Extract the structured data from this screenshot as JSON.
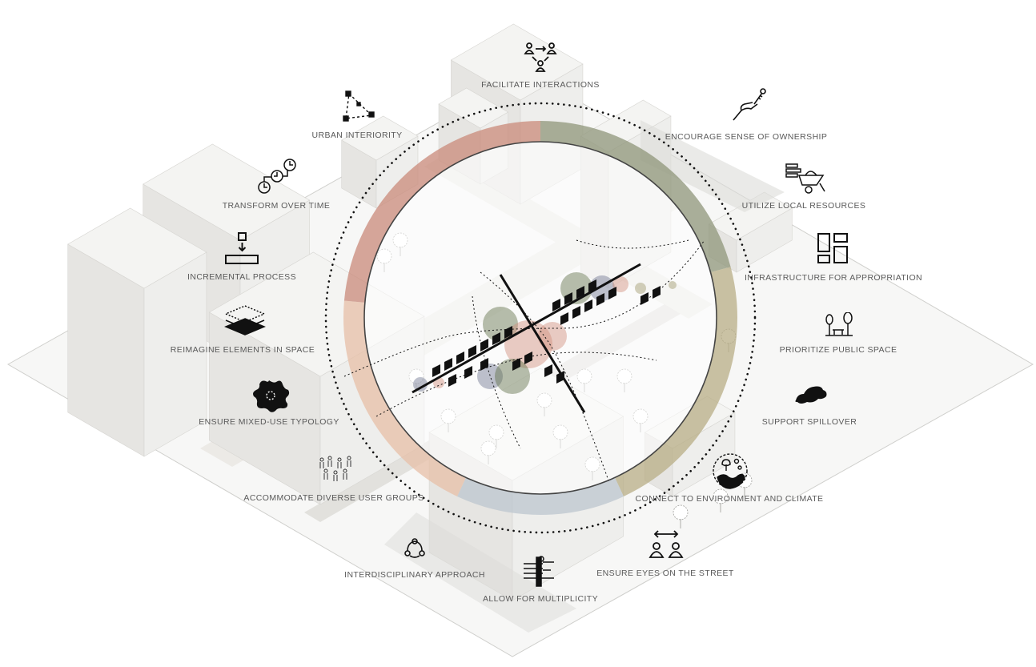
{
  "diagram": {
    "principles": [
      {
        "id": "facilitate-interactions",
        "label": "FACILITATE INTERACTIONS",
        "icon": "people-exchange-icon"
      },
      {
        "id": "urban-interiority",
        "label": "URBAN INTERIORITY",
        "icon": "triangle-frame-icon"
      },
      {
        "id": "encourage-ownership",
        "label": "ENCOURAGE SENSE OF OWNERSHIP",
        "icon": "hand-key-icon"
      },
      {
        "id": "transform-over-time",
        "label": "TRANSFORM OVER TIME",
        "icon": "clocks-icon"
      },
      {
        "id": "utilize-local-resources",
        "label": "UTILIZE LOCAL RESOURCES",
        "icon": "wheelbarrow-icon"
      },
      {
        "id": "incremental-process",
        "label": "INCREMENTAL PROCESS",
        "icon": "stack-arrow-icon"
      },
      {
        "id": "infrastructure-appropriation",
        "label": "INFRASTRUCTURE FOR APPROPRIATION",
        "icon": "grid-blocks-icon"
      },
      {
        "id": "reimagine-elements",
        "label": "REIMAGINE ELEMENTS IN SPACE",
        "icon": "layers-icon"
      },
      {
        "id": "prioritize-public-space",
        "label": "PRIORITIZE PUBLIC SPACE",
        "icon": "bench-trees-icon"
      },
      {
        "id": "ensure-mixed-use",
        "label": "ENSURE MIXED-USE TYPOLOGY",
        "icon": "splat-icon"
      },
      {
        "id": "support-spillover",
        "label": "SUPPORT SPILLOVER",
        "icon": "spill-blob-icon"
      },
      {
        "id": "accommodate-users",
        "label": "ACCOMMODATE DIVERSE USER GROUPS",
        "icon": "crowd-icon"
      },
      {
        "id": "connect-environment",
        "label": "CONNECT TO ENVIRONMENT AND CLIMATE",
        "icon": "globe-nature-icon"
      },
      {
        "id": "interdisciplinary",
        "label": "INTERDISCIPLINARY APPROACH",
        "icon": "cycle-nodes-icon"
      },
      {
        "id": "eyes-on-street",
        "label": "ENSURE EYES ON THE STREET",
        "icon": "two-people-icon"
      },
      {
        "id": "multiplicity",
        "label": "ALLOW FOR MULTIPLICITY",
        "icon": "tool-comb-icon"
      }
    ],
    "ring_colors": [
      "#c98a7a",
      "#8f9579",
      "#b8ad86",
      "#bcc6cf",
      "#e7bfa7"
    ],
    "accent_colors": [
      "#5f6f48",
      "#d18d7d",
      "#6f7590",
      "#a09a6c"
    ]
  }
}
